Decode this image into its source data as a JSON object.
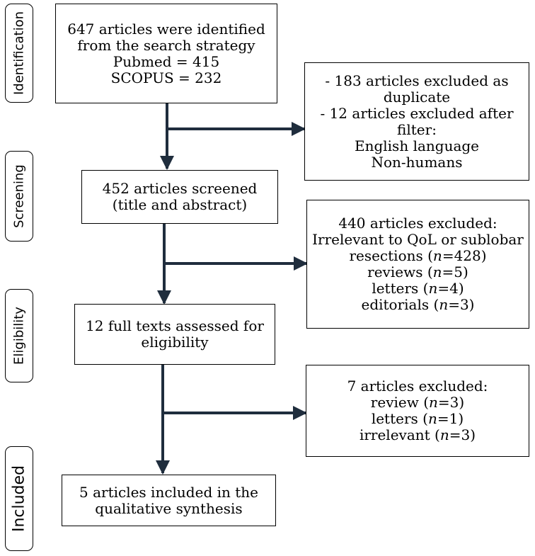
{
  "stages": {
    "identification": "Identification",
    "screening": "Screening",
    "eligibility": "Eligibility",
    "included": "Included"
  },
  "boxes": {
    "identified": [
      "647 articles were identified",
      "from the search strategy",
      "Pubmed = 415",
      "SCOPUS = 232"
    ],
    "excluded_duplicates": [
      "-  183 articles excluded as",
      "duplicate",
      "- 12 articles excluded after",
      "filter:",
      "English language",
      "Non-humans"
    ],
    "screened": [
      "452 articles screened",
      "(title and abstract)"
    ],
    "excluded_screening": {
      "header": "440 articles excluded:",
      "line1": "Irrelevant to QoL or sublobar",
      "items": [
        {
          "pre": "resections (",
          "n": "n",
          "post": "=428)"
        },
        {
          "pre": "reviews (",
          "n": "n",
          "post": "=5)"
        },
        {
          "pre": "letters (",
          "n": "n",
          "post": "=4)"
        },
        {
          "pre": "editorials (",
          "n": "n",
          "post": "=3)"
        }
      ]
    },
    "full_texts": [
      "12 full texts assessed for",
      "eligibility"
    ],
    "excluded_eligibility": {
      "header": "7 articles excluded:",
      "items": [
        {
          "pre": "review (",
          "n": "n",
          "post": "=3)"
        },
        {
          "pre": "letters (",
          "n": "n",
          "post": "=1)"
        },
        {
          "pre": "irrelevant (",
          "n": "n",
          "post": "=3)"
        }
      ]
    },
    "included": [
      "5 articles included in the",
      "qualitative synthesis"
    ]
  },
  "colors": {
    "arrow": "#1f2d3d",
    "border": "#000000"
  }
}
